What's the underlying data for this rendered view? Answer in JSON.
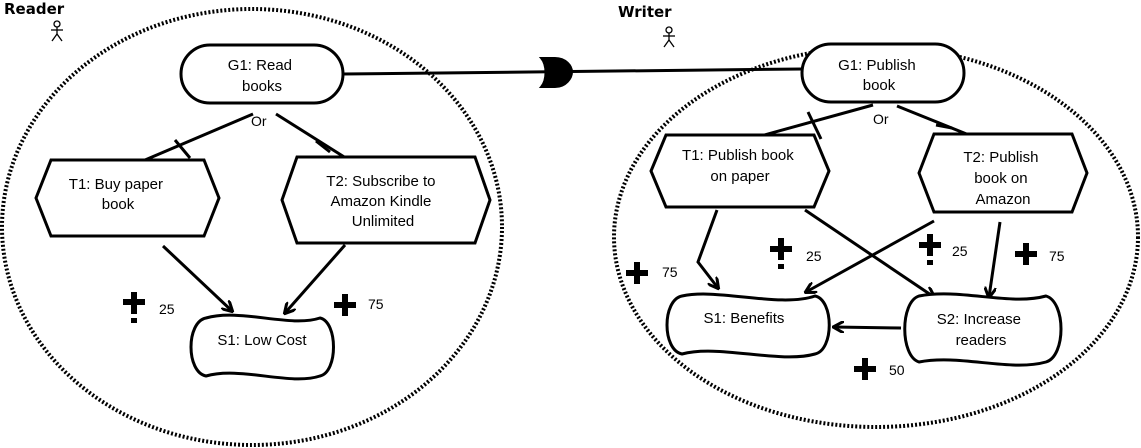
{
  "actors": {
    "reader": {
      "name": "Reader"
    },
    "writer": {
      "name": "Writer"
    }
  },
  "reader": {
    "goal": [
      "G1: Read",
      "books"
    ],
    "or_label": "Or",
    "task1": [
      "T1: Buy paper",
      "book"
    ],
    "task2": [
      "T2: Subscribe to",
      "Amazon Kindle",
      "Unlimited"
    ],
    "softgoal": [
      "S1: Low Cost"
    ],
    "contributions": {
      "t1_s1": "25",
      "t2_s1": "75"
    }
  },
  "writer": {
    "goal": [
      "G1: Publish",
      "book"
    ],
    "or_label": "Or",
    "task1": [
      "T1: Publish book",
      "on paper"
    ],
    "task2": [
      "T2: Publish",
      "book on",
      "Amazon"
    ],
    "softgoal1": [
      "S1: Benefits"
    ],
    "softgoal2": [
      "S2: Increase",
      "readers"
    ],
    "contributions": {
      "t1_s1": "75",
      "t2_s1": "25",
      "t1_s2": "25",
      "t2_s2": "75",
      "s2_s1": "50"
    }
  },
  "icons": {
    "actor": "stick-figure-icon",
    "help": "plus-icon",
    "some_plus": "plus-dot-icon",
    "dependency": "dependency-d-icon"
  }
}
